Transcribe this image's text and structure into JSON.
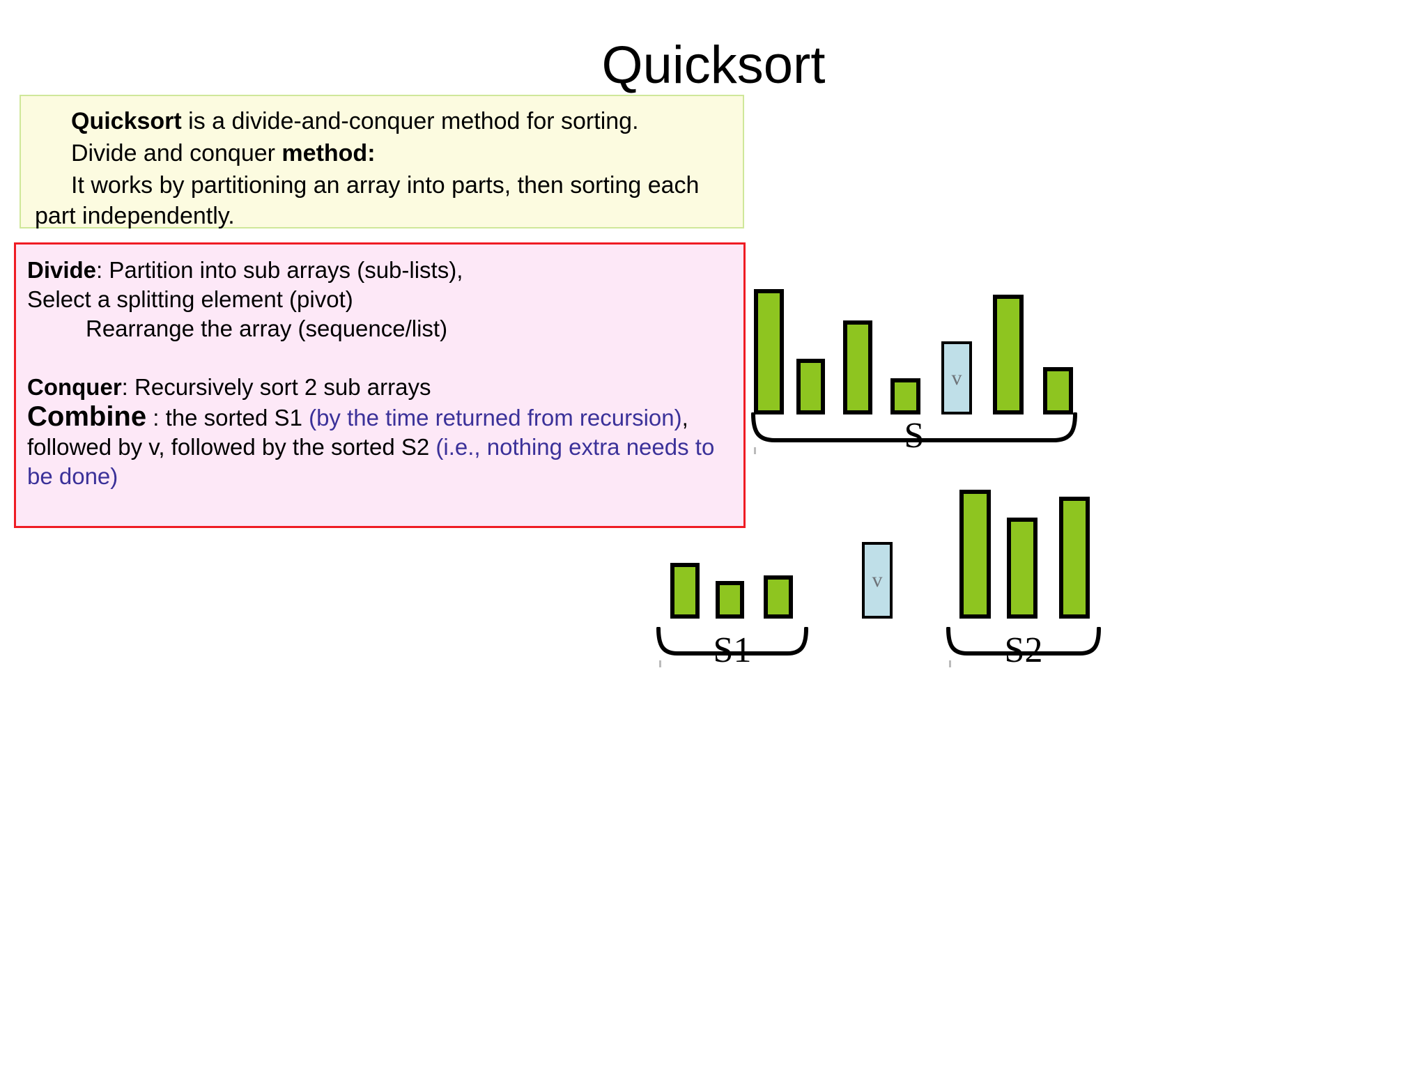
{
  "slide": {
    "title": "Quicksort"
  },
  "yellow_box": {
    "bg": "#fcfbe0",
    "border": "#cfe79a",
    "lines": [
      {
        "bold": "Quicksort",
        "rest": " is a divide-and-conquer method for sorting."
      },
      {
        "plain": "Divide and conquer ",
        "bold": "method:"
      },
      {
        "wrapped": " It works by partitioning an array into parts, then sorting each part independently."
      }
    ]
  },
  "pink_box": {
    "bg": "#fde8f7",
    "border": "#ef1c24",
    "divide_label": "Divide",
    "divide_rest": ": Partition into sub arrays (sub-lists),",
    "select_pivot": "Select a splitting element (pivot)",
    "rearrange": "Rearrange the array (sequence/list)",
    "conquer_label": "Conquer",
    "conquer_rest": ": Recursively sort 2 sub arrays",
    "combine_label": "Combine",
    "combine_p1": " : the sorted S1 ",
    "combine_blue1": "(by the time returned from recursion)",
    "combine_p2": ", followed by v, followed by the sorted S2 ",
    "combine_blue2": "(i.e., nothing extra needs to be done)",
    "colors": {
      "red": "#ef1c24",
      "blue": "#3b3199",
      "black": "#000000"
    }
  },
  "chart_data": {
    "type": "bar",
    "title": "Quicksort partition illustration",
    "bar_color": "#8ec520",
    "pivot_color": "#bfdfe8",
    "border_color": "#000000",
    "pivot_label": "v",
    "groups": [
      {
        "name": "S",
        "brace_label": "S",
        "row": "top",
        "bars": [
          {
            "index": 0,
            "height": 180,
            "kind": "element"
          },
          {
            "index": 1,
            "height": 80,
            "kind": "element"
          },
          {
            "index": 2,
            "height": 135,
            "kind": "element"
          },
          {
            "index": 3,
            "height": 52,
            "kind": "element"
          },
          {
            "index": 4,
            "height": 105,
            "kind": "pivot",
            "label": "v"
          },
          {
            "index": 5,
            "height": 172,
            "kind": "element"
          },
          {
            "index": 6,
            "height": 68,
            "kind": "element"
          }
        ]
      },
      {
        "name": "S1",
        "brace_label": "S1",
        "row": "bottom",
        "bars": [
          {
            "index": 0,
            "height": 80,
            "kind": "element"
          },
          {
            "index": 1,
            "height": 54,
            "kind": "element"
          },
          {
            "index": 2,
            "height": 62,
            "kind": "element"
          }
        ]
      },
      {
        "name": "pivot",
        "brace_label": "",
        "row": "bottom",
        "bars": [
          {
            "index": 0,
            "height": 110,
            "kind": "pivot",
            "label": "v"
          }
        ]
      },
      {
        "name": "S2",
        "brace_label": "S2",
        "row": "bottom",
        "bars": [
          {
            "index": 0,
            "height": 185,
            "kind": "element"
          },
          {
            "index": 1,
            "height": 145,
            "kind": "element"
          },
          {
            "index": 2,
            "height": 175,
            "kind": "element"
          }
        ]
      }
    ],
    "grid": false,
    "legend": "none",
    "xlabel": "",
    "ylabel": ""
  }
}
